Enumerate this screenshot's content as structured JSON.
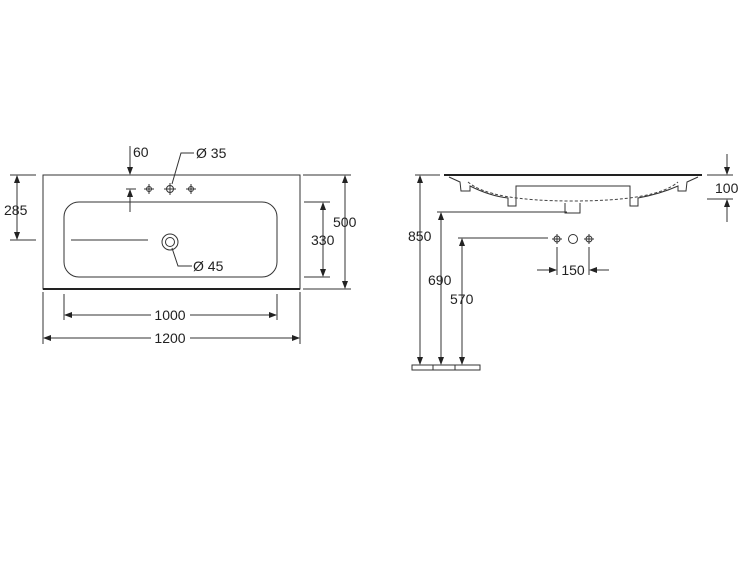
{
  "plan_view": {
    "dim_hole_offset": "60",
    "dim_tap_hole": "Ø 35",
    "dim_drain": "Ø 45",
    "dim_basin_depth_left": "285",
    "dim_basin_inner_depth": "330",
    "dim_total_depth": "500",
    "dim_basin_width": "1000",
    "dim_total_width": "1200"
  },
  "side_view": {
    "dim_height_top": "850",
    "dim_height_drain": "690",
    "dim_height_taps": "570",
    "dim_tap_spacing": "150",
    "dim_basin_thickness": "100"
  }
}
